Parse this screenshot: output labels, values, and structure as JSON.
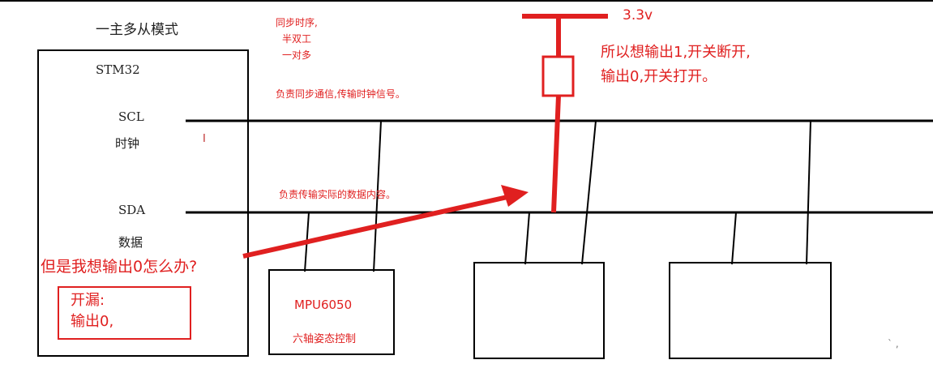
{
  "title": "一主多从模式",
  "master": {
    "name": "STM32",
    "scl_label": "SCL",
    "scl_sub": "时钟",
    "sda_label": "SDA",
    "sda_sub": "数据"
  },
  "notes": {
    "sync": [
      "同步时序,",
      "半双工",
      "一对多"
    ],
    "scl_desc": "负责同步通信,传输时钟信号。",
    "sda_desc": "负责传输实际的数据内容。",
    "question": "但是我想输出0怎么办?",
    "open_drain": [
      "开漏:",
      "输出0,"
    ],
    "pullup_voltage": "3.3v",
    "explain": [
      "所以想输出1,开关断开,",
      "输出0,开关打开。"
    ]
  },
  "slave1": {
    "name": "MPU6050",
    "desc": "六轴姿态控制"
  },
  "colors": {
    "line": "#000000",
    "accent": "#e02020"
  }
}
